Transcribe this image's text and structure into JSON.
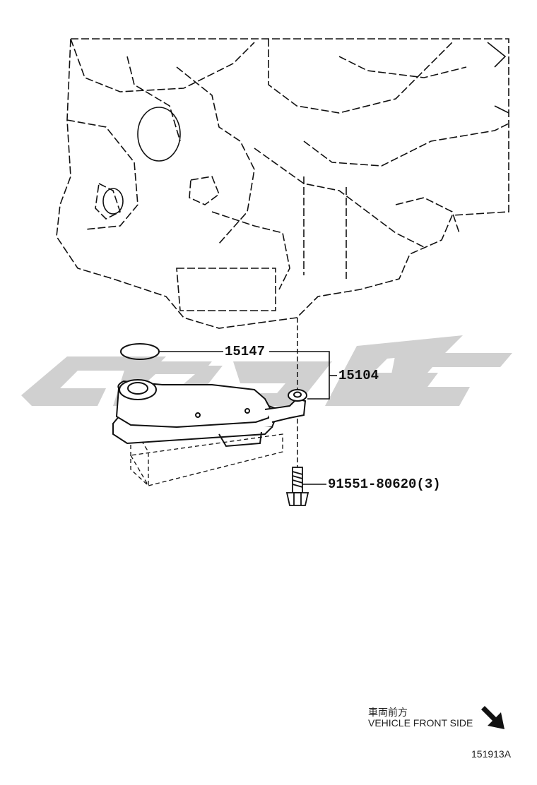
{
  "callouts": {
    "oring": "15147",
    "strainer": "15104",
    "bolt": "91551-80620(3)"
  },
  "orientation": {
    "label_jp": "車両前方",
    "label_en": "VEHICLE FRONT SIDE",
    "arrow_icon": "front-direction-arrow-icon"
  },
  "diagram_id": "151913A",
  "colors": {
    "line": "#111111",
    "watermark": "#d0d0d0"
  }
}
